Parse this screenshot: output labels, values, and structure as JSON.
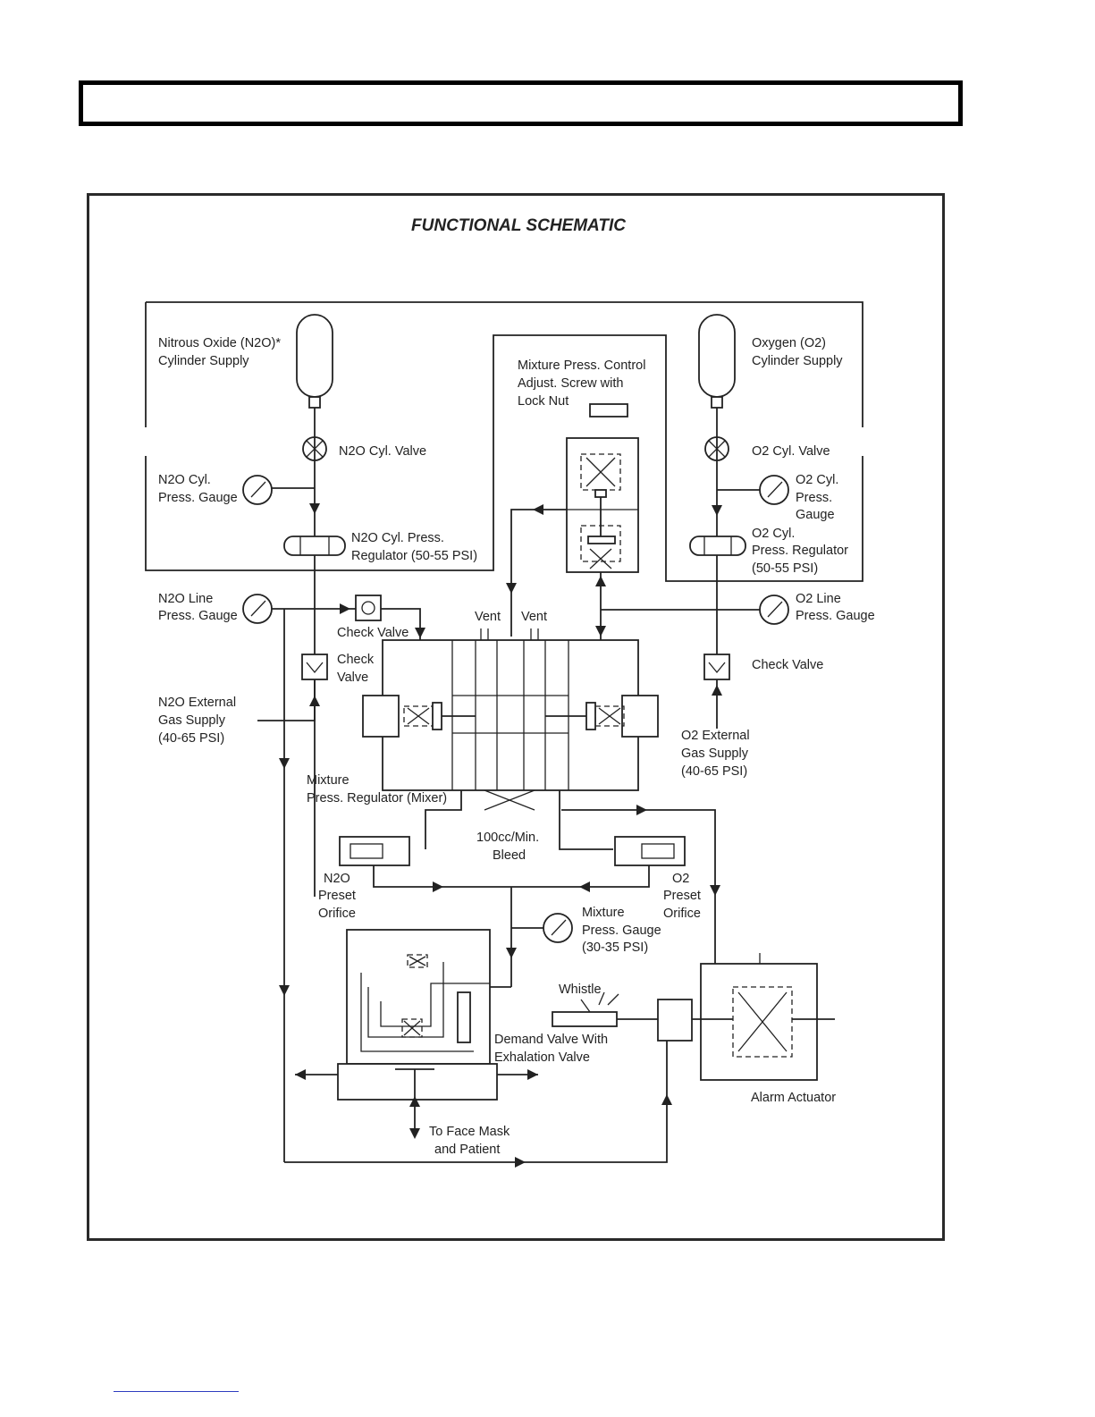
{
  "title": "FUNCTIONAL SCHEMATIC",
  "labels": {
    "n2o_cylinder_supply_1": "Nitrous Oxide (N2O)*",
    "n2o_cylinder_supply_2": "Cylinder Supply",
    "o2_cylinder_supply_1": "Oxygen (O2)",
    "o2_cylinder_supply_2": "Cylinder Supply",
    "mixture_control_1": "Mixture Press. Control",
    "mixture_control_2": "Adjust. Screw with",
    "mixture_control_3": "Lock Nut",
    "n2o_cyl_valve": "N2O Cyl. Valve",
    "o2_cyl_valve": "O2 Cyl. Valve",
    "n2o_cyl_gauge_1": "N2O Cyl.",
    "n2o_cyl_gauge_2": "Press. Gauge",
    "o2_cyl_gauge_1": "O2 Cyl.",
    "o2_cyl_gauge_2": "Press.",
    "o2_cyl_gauge_3": "Gauge",
    "n2o_regulator_1": "N2O Cyl. Press.",
    "n2o_regulator_2": "Regulator (50-55 PSI)",
    "o2_regulator_1": "O2 Cyl.",
    "o2_regulator_2": "Press. Regulator",
    "o2_regulator_3": "(50-55 PSI)",
    "n2o_line_gauge_1": "N2O Line",
    "n2o_line_gauge_2": "Press. Gauge",
    "o2_line_gauge_1": "O2 Line",
    "o2_line_gauge_2": "Press. Gauge",
    "check_valve_top": "Check Valve",
    "check_valve_left_1": "Check",
    "check_valve_left_2": "Valve",
    "check_valve_right": "Check Valve",
    "vent_left": "Vent",
    "vent_right": "Vent",
    "n2o_external_1": "N2O External",
    "n2o_external_2": "Gas Supply",
    "n2o_external_3": "(40-65 PSI)",
    "o2_external_1": "O2 External",
    "o2_external_2": "Gas Supply",
    "o2_external_3": "(40-65 PSI)",
    "mixer_1": "Mixture",
    "mixer_2": "Press. Regulator (Mixer)",
    "bleed_1": "100cc/Min.",
    "bleed_2": "Bleed",
    "n2o_orifice_1": "N2O",
    "n2o_orifice_2": "Preset",
    "n2o_orifice_3": "Orifice",
    "o2_orifice_1": "O2",
    "o2_orifice_2": "Preset",
    "o2_orifice_3": "Orifice",
    "mixture_gauge_1": "Mixture",
    "mixture_gauge_2": "Press. Gauge",
    "mixture_gauge_3": "(30-35 PSI)",
    "whistle": "Whistle",
    "demand_valve_1": "Demand Valve With",
    "demand_valve_2": "Exhalation Valve",
    "alarm_actuator": "Alarm Actuator",
    "face_mask_1": "To Face Mask",
    "face_mask_2": "and Patient"
  }
}
